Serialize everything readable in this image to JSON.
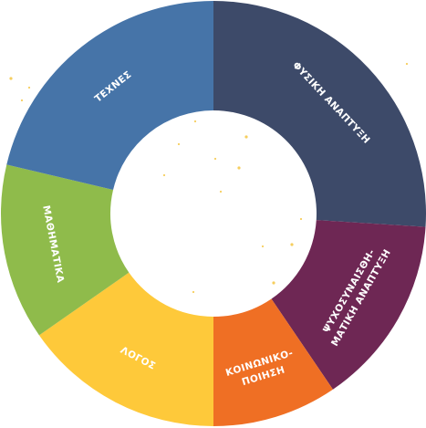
{
  "chart_data": {
    "type": "pie",
    "title": "",
    "donut": true,
    "slices": [
      {
        "label": [
          "ΦΥΣΙΚΗ ΑΝΑΠΤΥΞΗ"
        ],
        "value": 26,
        "color": "#3d4a69"
      },
      {
        "label": [
          "ΨΥΧΟΣΥΝΑΙΣΘΗ-",
          "ΜΑΤΙΚΗ ΑΝΑΠΤΥΞΗ"
        ],
        "value": 14.5,
        "color": "#6e2754"
      },
      {
        "label": [
          "ΚΟΙΝΩΝΙΚΟ-",
          "ΠΟΙΗΣΗ"
        ],
        "value": 9.5,
        "color": "#ef6f24"
      },
      {
        "label": [
          "ΛΟΓΟΣ"
        ],
        "value": 15.3,
        "color": "#fec93a"
      },
      {
        "label": [
          "ΜΑΘΗΜΑΤΙΚΑ"
        ],
        "value": 13.4,
        "color": "#8fbb4b"
      },
      {
        "label": [
          "ΤΕΧΝΕΣ"
        ],
        "value": 21.3,
        "color": "#4674a8"
      }
    ],
    "start_angle_deg": 0,
    "direction": "clockwise"
  }
}
